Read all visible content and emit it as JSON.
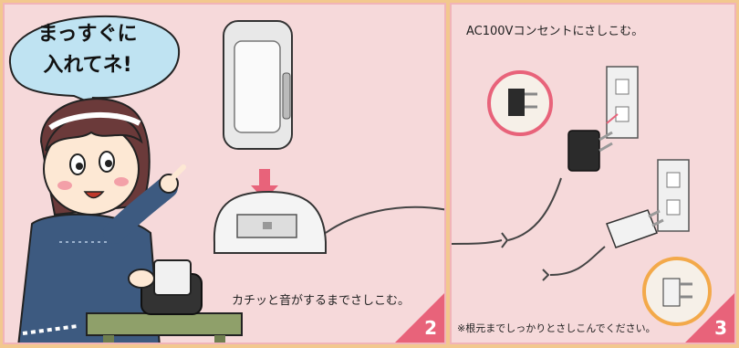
{
  "panels": [
    {
      "number": "2",
      "speech": [
        "まっすぐに",
        "入れてネ!"
      ],
      "caption": "カチッと音がするまでさしこむ。"
    },
    {
      "number": "3",
      "caption_top": "AC100Vコンセントにさしこむ。",
      "caption_bottom": "※根元までしっかりとさしこんでください。"
    }
  ],
  "colors": {
    "background": "#f2c88e",
    "panel": "#f6d9da",
    "border": "#f1b4b8",
    "accent_pink": "#e8637a",
    "speech_bubble": "#bfe3f2"
  },
  "icons": [
    "character-illustration",
    "phone-illustration",
    "charger-stand-illustration",
    "down-arrow-icon",
    "ac-adapter-illustration",
    "wall-outlet-illustration",
    "plug-closeup-illustration"
  ]
}
